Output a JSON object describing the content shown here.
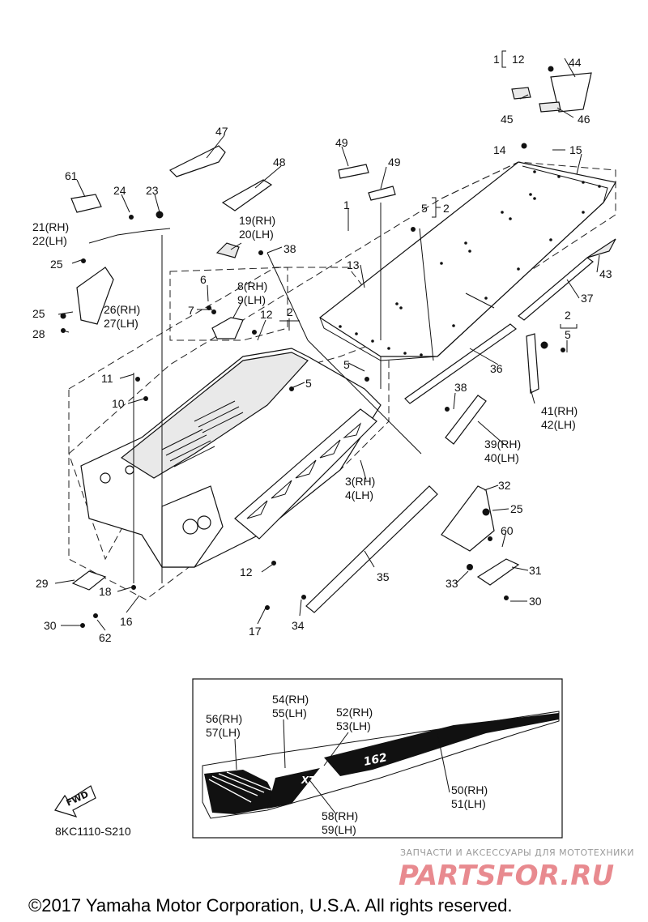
{
  "labels": {
    "l1": "1",
    "l12top": "12",
    "l44": "44",
    "l45": "45",
    "l46": "46",
    "l47": "47",
    "l48": "48",
    "l49a": "49",
    "l49b": "49",
    "l14": "14",
    "l15": "15",
    "l61": "61",
    "l24": "24",
    "l23": "23",
    "l21": "21(RH)",
    "l22": "22(LH)",
    "l19": "19(RH)",
    "l20": "20(LH)",
    "l38a": "38",
    "l1b": "1",
    "l5a": "5",
    "l2a": "2",
    "l13": "13",
    "l43": "43",
    "l25a": "25",
    "l26": "26(RH)",
    "l27": "27(LH)",
    "l25b": "25",
    "l28": "28",
    "l6": "6",
    "l7": "7",
    "l8": "8(RH)",
    "l9": "9(LH)",
    "l12a": "12",
    "l2b": "2",
    "l37": "37",
    "l2c": "2",
    "l5b": "5",
    "l11": "11",
    "l5c": "5",
    "l5d": "5",
    "l10": "10",
    "l36": "36",
    "l38b": "38",
    "l41": "41(RH)",
    "l42": "42(LH)",
    "l39": "39(RH)",
    "l40": "40(LH)",
    "l3": "3(RH)",
    "l4": "4(LH)",
    "l32": "32",
    "l25c": "25",
    "l60": "60",
    "l31": "31",
    "l33": "33",
    "l30a": "30",
    "l35": "35",
    "l12b": "12",
    "l29": "29",
    "l18": "18",
    "l16": "16",
    "l17": "17",
    "l34": "34",
    "l30b": "30",
    "l62": "62",
    "l54": "54(RH)",
    "l55": "55(LH)",
    "l56": "56(RH)",
    "l57": "57(LH)",
    "l52": "52(RH)",
    "l53": "53(LH)",
    "l50": "50(RH)",
    "l51": "51(LH)",
    "l58": "58(RH)",
    "l59": "59(LH)"
  },
  "decal_text": {
    "model": "162",
    "brand": "XTX"
  },
  "fwd_label": "FWD",
  "diagram_code": "8KC1110-S210",
  "watermark": {
    "line1": "ЗАПЧАСТИ И АКСЕССУАРЫ ДЛЯ МОТОТЕХНИКИ",
    "line2": "PARTSFOR.RU"
  },
  "copyright": "©2017 Yamaha Motor Corporation, U.S.A. All rights reserved."
}
